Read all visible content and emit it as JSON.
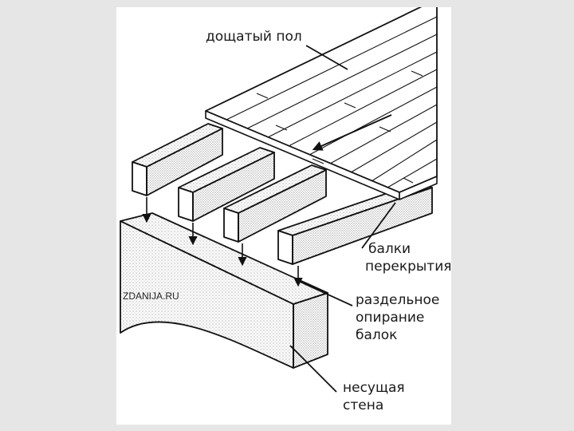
{
  "diagram": {
    "labels": {
      "floor": "дощатый пол",
      "beams_line1": "балки",
      "beams_line2": "перекрытия",
      "support_line1": "раздельное",
      "support_line2": "опирание",
      "support_line3": "балок",
      "wall_line1": "несущая",
      "wall_line2": "стена"
    },
    "watermark": "ZDANIJA.RU"
  }
}
